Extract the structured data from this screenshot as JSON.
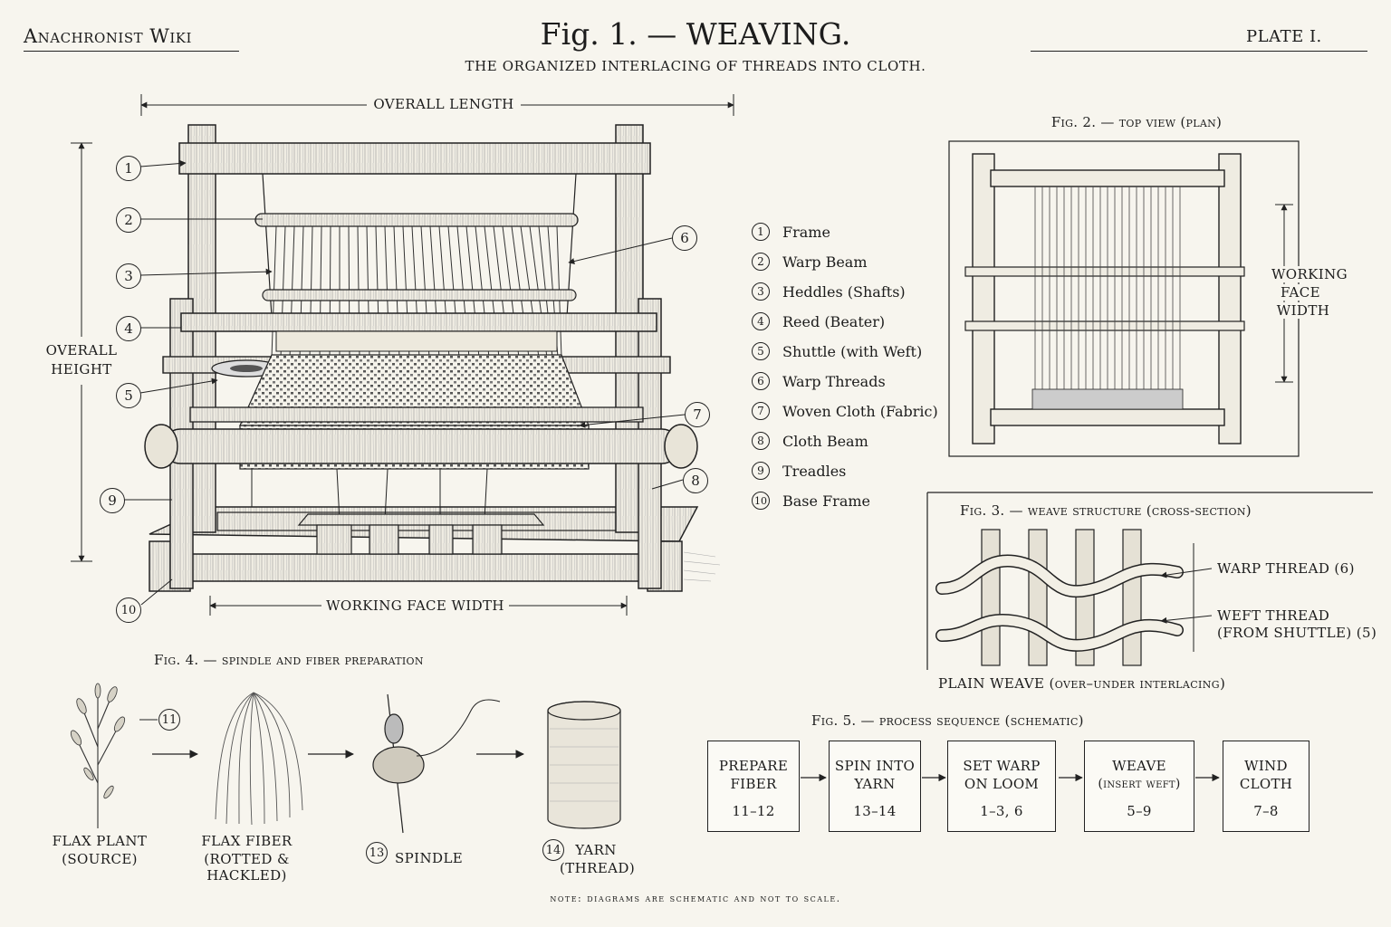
{
  "header": {
    "site": "Anachronist Wiki",
    "title": "Fig. 1. — WEAVING.",
    "subtitle": "THE ORGANIZED INTERLACING OF THREADS INTO CLOTH.",
    "plate": "PLATE I."
  },
  "fig1": {
    "overall_length": "OVERALL LENGTH",
    "overall_height_1": "OVERALL",
    "overall_height_2": "HEIGHT",
    "working_face_width": "WORKING FACE WIDTH",
    "callouts": [
      "1",
      "2",
      "3",
      "4",
      "5",
      "6",
      "7",
      "8",
      "9",
      "10"
    ]
  },
  "legend": [
    {
      "num": "1",
      "label": "Frame"
    },
    {
      "num": "2",
      "label": "Warp Beam"
    },
    {
      "num": "3",
      "label": "Heddles (Shafts)"
    },
    {
      "num": "4",
      "label": "Reed (Beater)"
    },
    {
      "num": "5",
      "label": "Shuttle (with Weft)"
    },
    {
      "num": "6",
      "label": "Warp Threads"
    },
    {
      "num": "7",
      "label": "Woven Cloth (Fabric)"
    },
    {
      "num": "8",
      "label": "Cloth Beam"
    },
    {
      "num": "9",
      "label": "Treadles"
    },
    {
      "num": "10",
      "label": "Base Frame"
    }
  ],
  "fig2": {
    "caption": "Fig. 2. — top view (plan)",
    "width_1": "WORKING",
    "width_2": "FACE",
    "width_3": "WIDTH"
  },
  "fig3": {
    "caption": "Fig. 3. — weave structure (cross-section)",
    "warp_label": "WARP THREAD (6)",
    "weft_label_1": "WEFT THREAD",
    "weft_label_2": "(FROM SHUTTLE) (5)",
    "footer": "PLAIN WEAVE (over–under interlacing)"
  },
  "fig4": {
    "caption": "Fig. 4. — spindle and fiber preparation",
    "flax_plant_1": "FLAX PLANT",
    "flax_plant_2": "(SOURCE)",
    "flax_fiber_1": "FLAX FIBER",
    "flax_fiber_2": "(ROTTED & HACKLED)",
    "spindle_num": "13",
    "spindle": "SPINDLE",
    "yarn_num": "14",
    "yarn_1": "YARN",
    "yarn_2": "(THREAD)",
    "plant_num": "11"
  },
  "fig5": {
    "caption": "Fig. 5. — process sequence (schematic)",
    "steps": [
      {
        "l1": "PREPARE",
        "l2": "FIBER",
        "num": "11–12"
      },
      {
        "l1": "SPIN INTO",
        "l2": "YARN",
        "num": "13–14"
      },
      {
        "l1": "SET WARP",
        "l2": "ON LOOM",
        "num": "1–3, 6"
      },
      {
        "l1": "WEAVE",
        "l2": "(insert weft)",
        "num": "5–9"
      },
      {
        "l1": "WIND",
        "l2": "CLOTH",
        "num": "7–8"
      }
    ]
  },
  "note": "note: diagrams are schematic and not to scale."
}
